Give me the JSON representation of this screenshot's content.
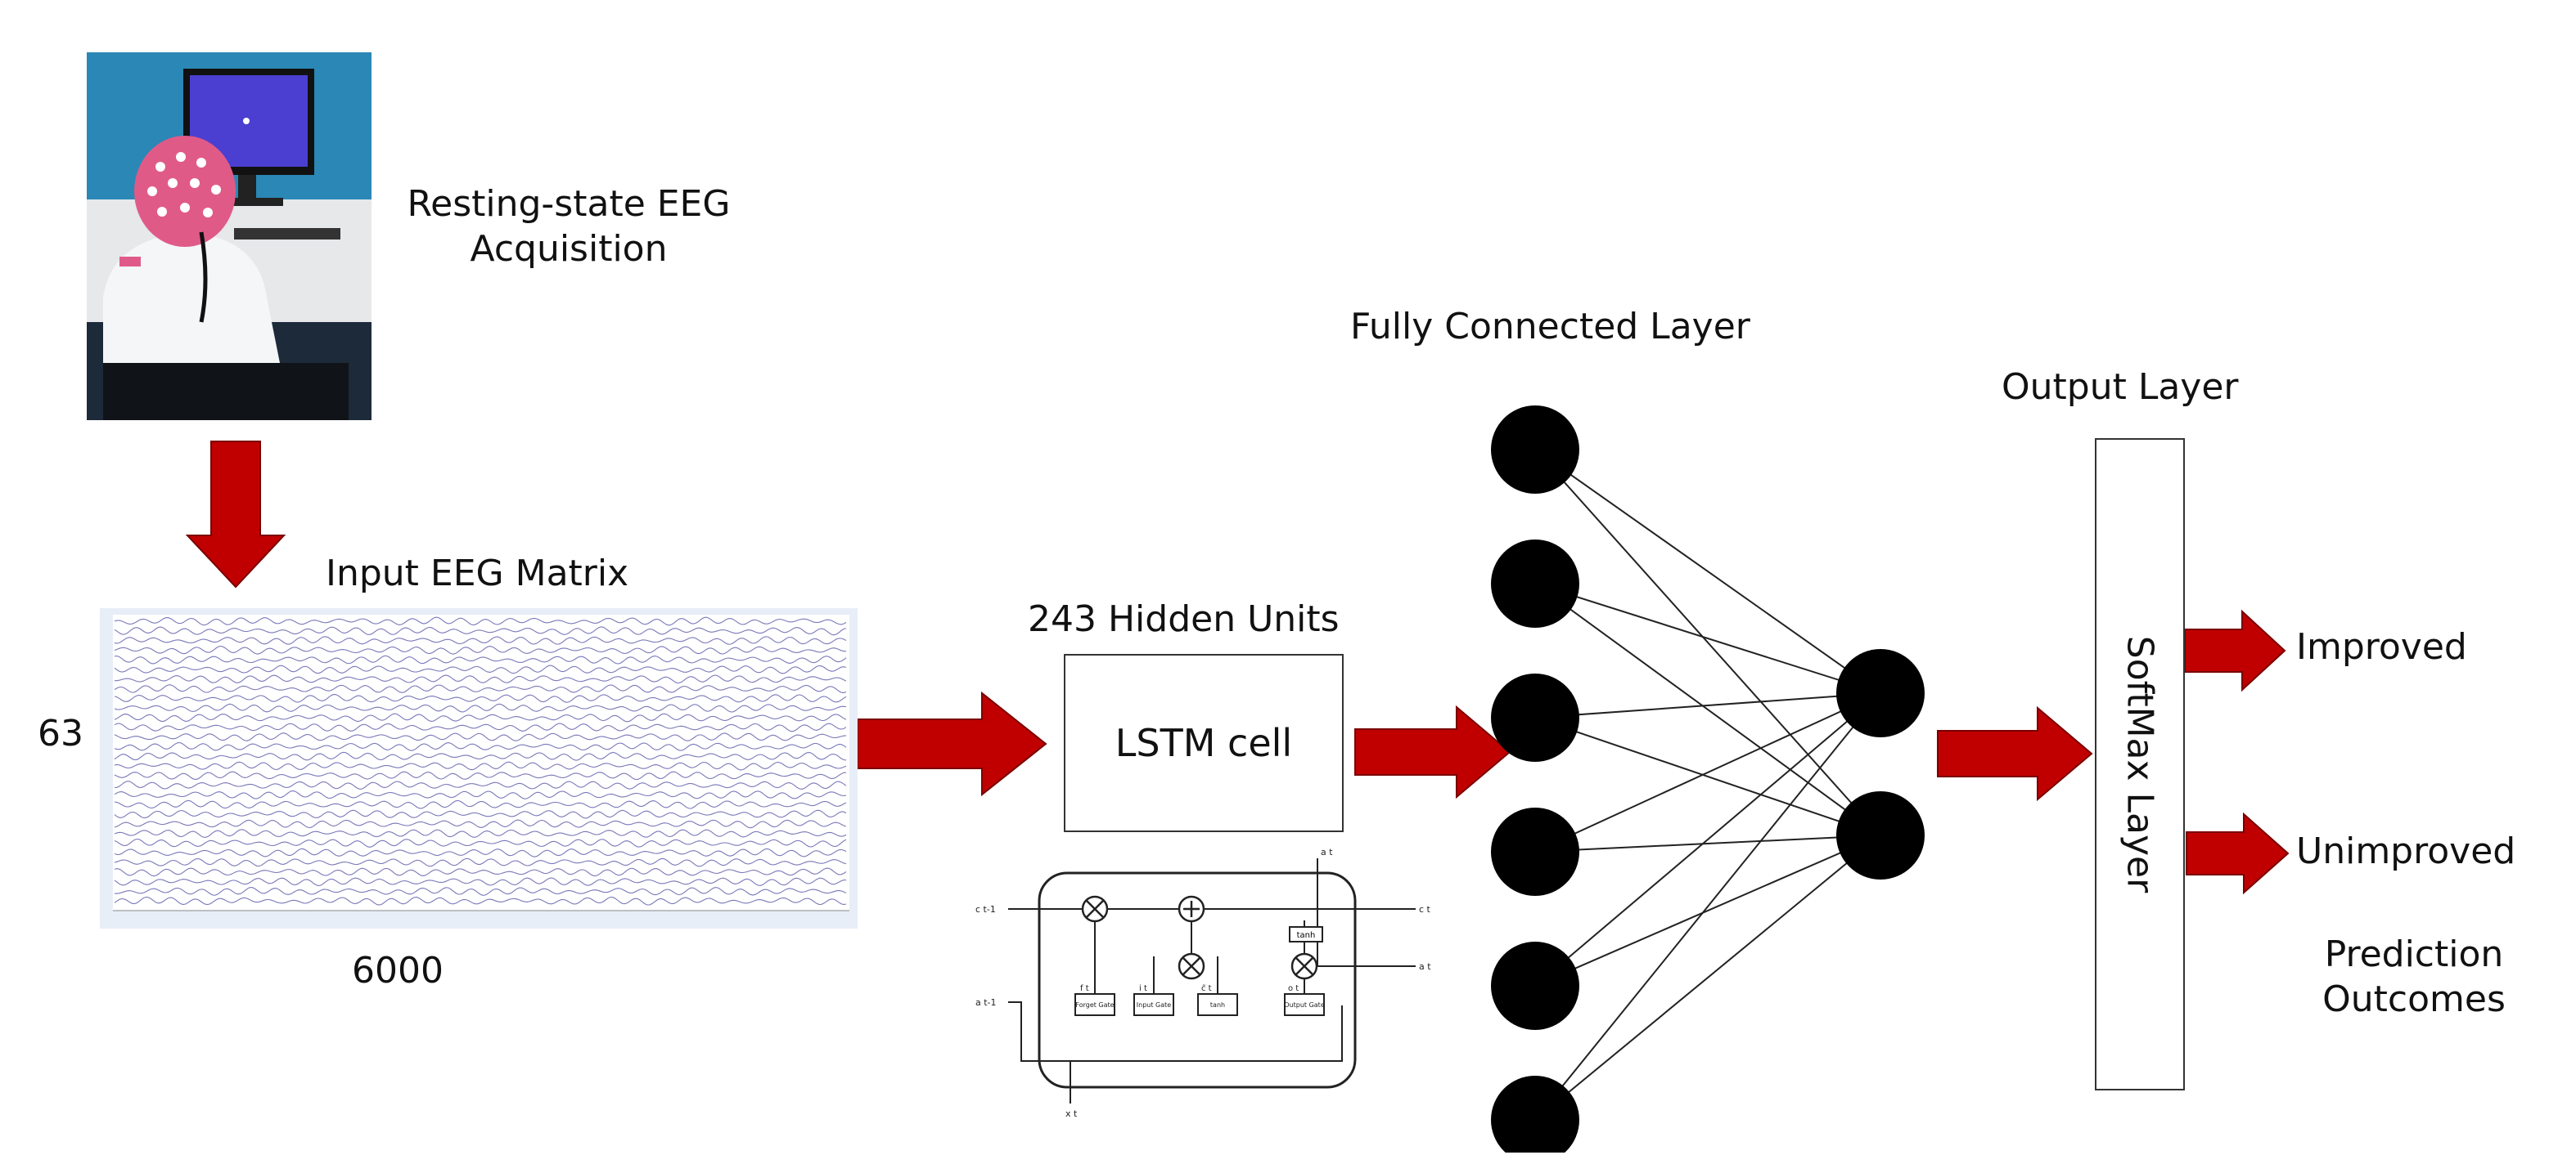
{
  "acquisition": {
    "label_line1": "Resting-state EEG",
    "label_line2": "Acquisition"
  },
  "input_matrix": {
    "title": "Input EEG Matrix",
    "rows_label": "63",
    "cols_label": "6000",
    "trace_color": "#7a78b8",
    "background": "#e8eef8"
  },
  "lstm": {
    "hidden_units_label": "243 Hidden Units",
    "cell_label": "LSTM cell",
    "detail": {
      "c_prev": "c t-1",
      "c_next": "c t",
      "a_prev": "a t-1",
      "a_next": "a t",
      "x_in": "x t",
      "gates": [
        "Forget Gate",
        "Input Gate",
        "tanh",
        "Output Gate"
      ],
      "gate_symbols": [
        "f t",
        "i t",
        "c̃ t",
        "o t"
      ],
      "tanh_box": "tanh",
      "a_top": "a t"
    }
  },
  "fully_connected": {
    "title": "Fully Connected Layer",
    "left_nodes": 6,
    "right_nodes": 2
  },
  "output_layer": {
    "title": "Output Layer",
    "softmax_label": "SoftMax Layer"
  },
  "outcomes": {
    "improved": "Improved",
    "unimproved": "Unimproved",
    "caption_line1": "Prediction",
    "caption_line2": "Outcomes"
  },
  "colors": {
    "arrow_fill": "#c00000",
    "arrow_stroke": "#7a0000",
    "node_fill": "#000000",
    "photo_bg": "#1c7aa8"
  },
  "icons": {
    "photo": "eeg-cap-subject-photo"
  }
}
